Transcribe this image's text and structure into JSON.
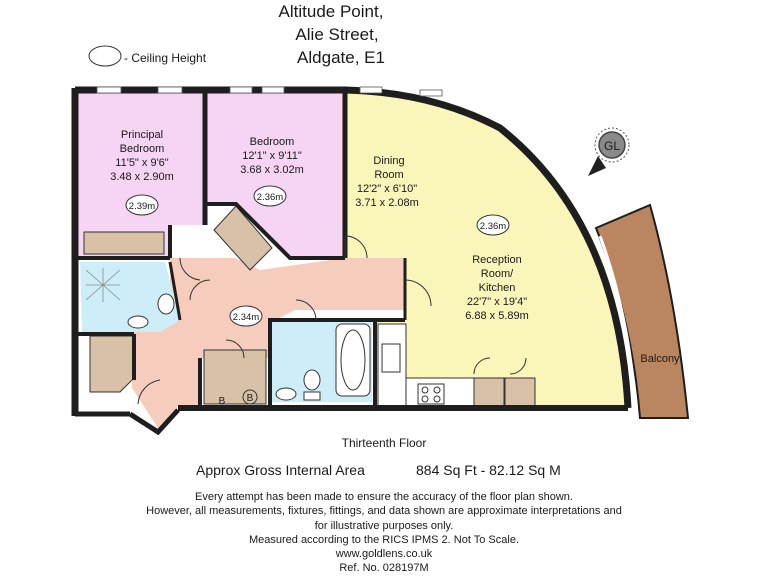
{
  "header": {
    "title_lines": [
      "Altitude Point,",
      "Alie Street,",
      "Aldgate, E1"
    ]
  },
  "legend": {
    "ceiling_height_label": "- Ceiling Height"
  },
  "compass": {
    "label": "GL"
  },
  "rooms": {
    "principal_bedroom": {
      "name_lines": [
        "Principal",
        "Bedroom"
      ],
      "imperial": "11'5\" x 9'6\"",
      "metric": "3.48 x 2.90m",
      "ceiling": "2.39m"
    },
    "bedroom": {
      "name": "Bedroom",
      "imperial": "12'1\" x 9'11\"",
      "metric": "3.68 x 3.02m",
      "ceiling": "2.36m"
    },
    "dining_room": {
      "name_lines": [
        "Dining",
        "Room"
      ],
      "imperial": "12'2\" x 6'10\"",
      "metric": "3.71 x 2.08m"
    },
    "reception": {
      "name_lines": [
        "Reception",
        "Room/",
        "Kitchen"
      ],
      "imperial": "22'7\" x 19'4\"",
      "metric": "6.88 x 5.89m",
      "ceiling": "2.36m"
    },
    "hall": {
      "ceiling": "2.34m"
    },
    "balcony": {
      "name": "Balcony"
    },
    "cupboard_b1": {
      "label": "B"
    },
    "cupboard_b2": {
      "label": "B"
    }
  },
  "footer": {
    "floor": "Thirteenth Floor",
    "gia_label": "Approx Gross Internal Area",
    "gia_value": "884 Sq Ft  -  82.12 Sq M",
    "disclaimer_lines": [
      "Every attempt has been made to ensure the accuracy of the floor plan shown.",
      "However, all measurements, fixtures, fittings, and data shown are approximate interpretations and",
      "for illustrative purposes only.",
      "Measured according to the RICS IPMS 2. Not To Scale.",
      "www.goldlens.co.uk",
      "Ref. No. 028197M"
    ]
  },
  "colors": {
    "bedroom_fill": "#f6d4f3",
    "bathroom_fill": "#cdeef8",
    "hall_fill": "#f6cdbc",
    "reception_fill": "#faf5b8",
    "cupboard_fill": "#d8c1a6",
    "balcony_fill": "#b98660",
    "wall": "#1e1e1e"
  }
}
